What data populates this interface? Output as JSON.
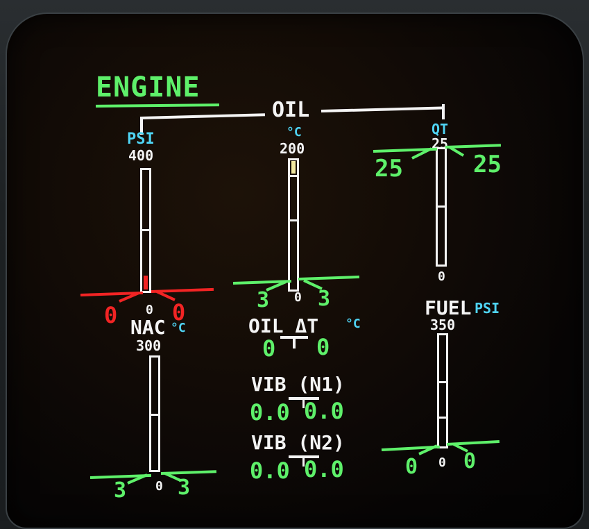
{
  "display": {
    "title": "ENGINE",
    "colors": {
      "title": "#5ef06a",
      "label": "#f4f4f4",
      "unit": "#4fd4f4",
      "normal_value": "#5ef06a",
      "warning_value": "#f22424",
      "caution_fill": "#f0e6a0"
    }
  },
  "oil_group": {
    "label": "OIL"
  },
  "oil_press": {
    "unit": "PSI",
    "scale_max": "400",
    "scale_min": "0",
    "left_value": "0",
    "right_value": "0",
    "status": "warning"
  },
  "oil_temp": {
    "unit": "°C",
    "scale_max": "200",
    "scale_min": "0",
    "left_value": "3",
    "right_value": "3",
    "status": "normal"
  },
  "oil_qty": {
    "unit": "QT",
    "scale_max": "25",
    "scale_min": "0",
    "left_value": "25",
    "right_value": "25",
    "status": "normal"
  },
  "nac_temp": {
    "label": "NAC",
    "unit": "°C",
    "scale_max": "300",
    "scale_min": "0",
    "left_value": "3",
    "right_value": "3"
  },
  "oil_delta_t": {
    "label": "OIL ΔT",
    "unit": "°C",
    "left_value": "0",
    "right_value": "0"
  },
  "vib_n1": {
    "label": "VIB (N1)",
    "left_value": "0.0",
    "right_value": "0.0"
  },
  "vib_n2": {
    "label": "VIB (N2)",
    "left_value": "0.0",
    "right_value": "0.0"
  },
  "fuel_press": {
    "label": "FUEL",
    "unit": "PSI",
    "scale_max": "350",
    "scale_min": "0",
    "left_value": "0",
    "right_value": "0"
  }
}
